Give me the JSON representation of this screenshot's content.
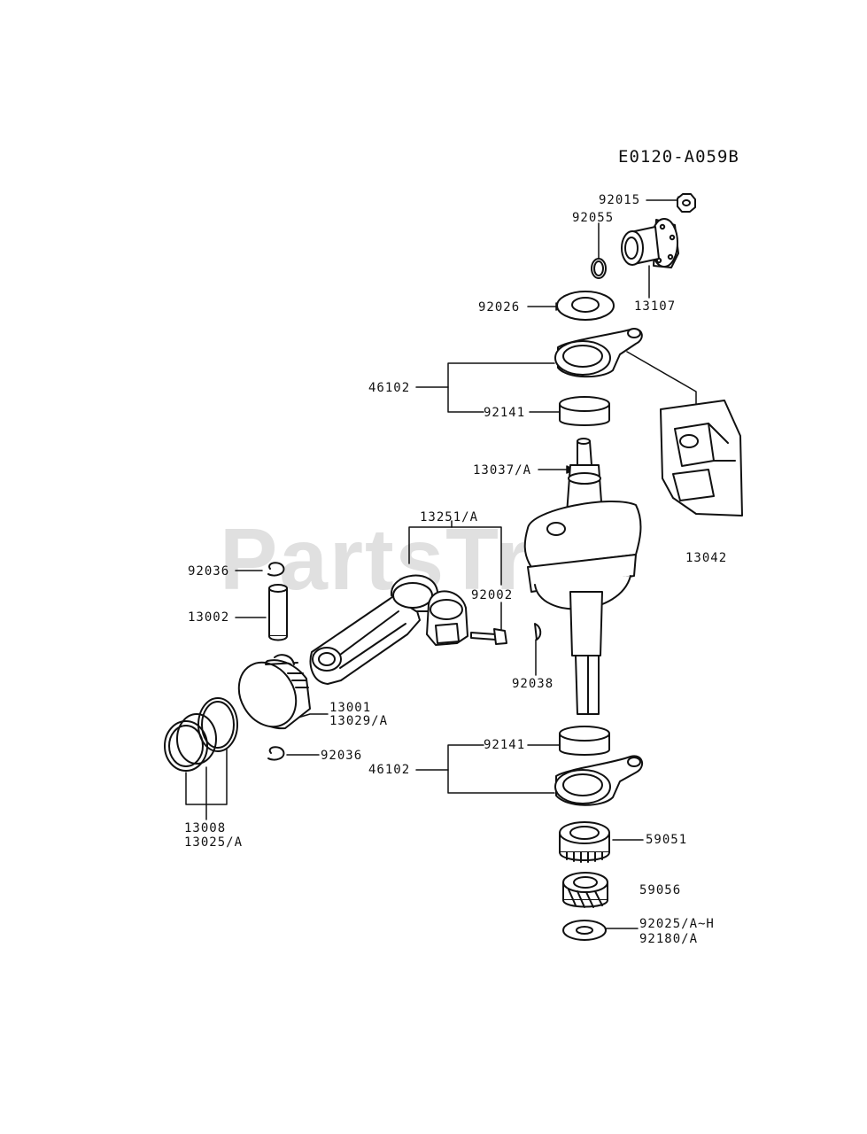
{
  "diagram_code": "E0120-A059B",
  "watermark": "PartsTree",
  "labels": {
    "p92015": "92015",
    "p92055": "92055",
    "p13107": "13107",
    "p92026": "92026",
    "p46102_top": "46102",
    "p92141_top": "92141",
    "p13037": "13037/A",
    "p13042": "13042",
    "p13251": "13251/A",
    "p92002": "92002",
    "p92036_top": "92036",
    "p13002": "13002",
    "p92038": "92038",
    "p13001": "13001",
    "p13029": "13029/A",
    "p92036_bot": "92036",
    "p92141_bot": "92141",
    "p46102_bot": "46102",
    "p13008": "13008",
    "p13025": "13025/A",
    "p59051": "59051",
    "p59056": "59056",
    "p92025": "92025/A~H",
    "p92180": "92180/A"
  },
  "colors": {
    "line": "#111111",
    "fill": "#ffffff",
    "watermark": "#e0e0e0"
  }
}
